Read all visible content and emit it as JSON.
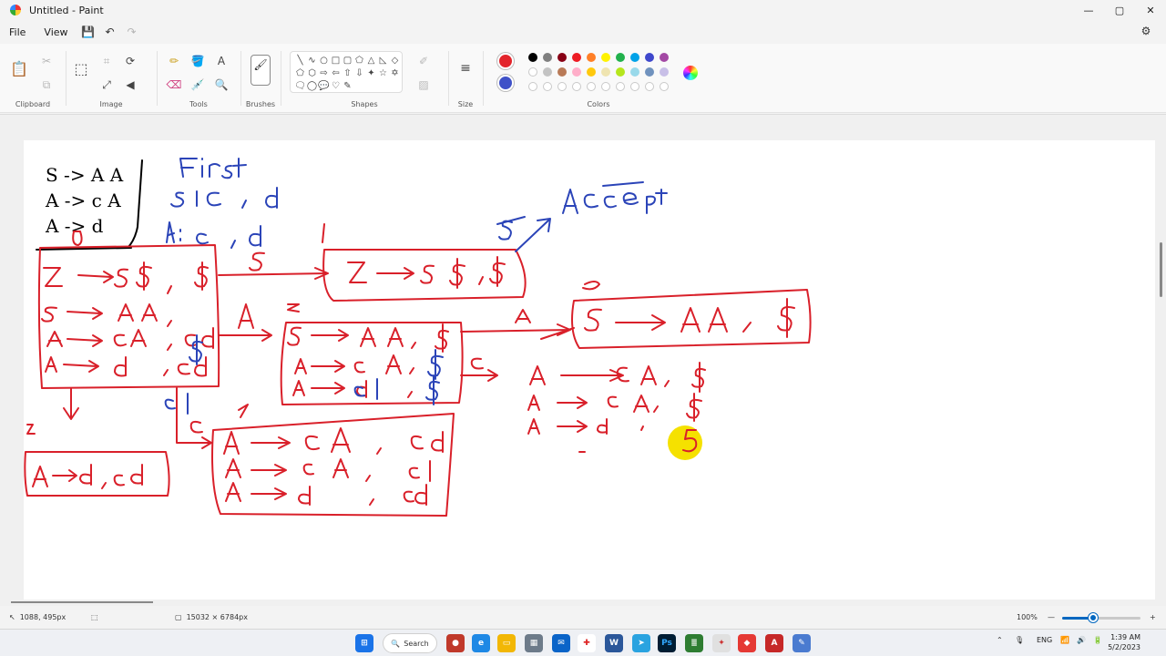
{
  "window": {
    "title": "Untitled - Paint",
    "minimize_glyph": "—",
    "maximize_glyph": "▢",
    "close_glyph": "✕"
  },
  "menu": {
    "file": "File",
    "view": "View"
  },
  "ribbon": {
    "groups": {
      "clipboard": "Clipboard",
      "image": "Image",
      "tools": "Tools",
      "brushes": "Brushes",
      "shapes": "Shapes",
      "size": "Size",
      "colors": "Colors"
    },
    "text_tool_glyph": "A",
    "shape_glyphs": [
      "╲",
      "∿",
      "○",
      "□",
      "▢",
      "⬠",
      "△",
      "◺",
      "◇",
      "⬠",
      "⬡",
      "⇨",
      "⇦",
      "⇧",
      "⇩",
      "✦",
      "☆",
      "✡",
      "🗨",
      "◯",
      "💬",
      "♡",
      "✎"
    ],
    "primary_color": "#e3242b",
    "secondary_color": "#3f51c8",
    "palette_row1": [
      "#000000",
      "#7f7f7f",
      "#880015",
      "#ed1c24",
      "#ff7f27",
      "#fff200",
      "#22b14c",
      "#00a2e8",
      "#3f48cc",
      "#a349a4"
    ],
    "palette_row2": [
      "#ffffff",
      "#c3c3c3",
      "#b97a57",
      "#ffaec9",
      "#ffc90e",
      "#efe4b0",
      "#b5e61d",
      "#99d9ea",
      "#7092be",
      "#c8bfe7"
    ]
  },
  "canvas": {
    "grammar_lines": [
      "S -> A A",
      "A -> c A",
      "A -> d"
    ],
    "ink_color": "#d9202a",
    "blue_ink": "#2b44b8"
  },
  "status": {
    "cursor_position": "1088, 495px",
    "canvas_size": "15032 × 6784px",
    "zoom": "100%",
    "zoom_fraction": 0.4
  },
  "taskbar": {
    "search_label": "Search",
    "language": "ENG",
    "time": "1:39 AM",
    "date": "5/2/2023"
  }
}
